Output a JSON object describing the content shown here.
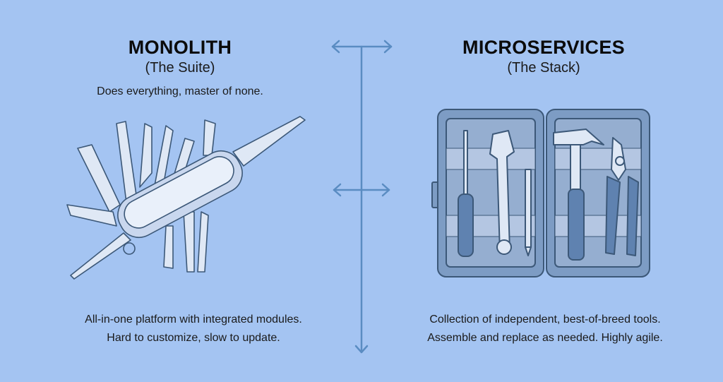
{
  "left": {
    "title": "MONOLITH",
    "subtitle": "(The Suite)",
    "tagline": "Does everything, master of none.",
    "description_lines": [
      "All-in-one platform with integrated modules.",
      "Hard to customize, slow to update."
    ],
    "image": "swiss-army-knife"
  },
  "right": {
    "title": "MICROSERVICES",
    "subtitle": "(The Stack)",
    "tagline": "",
    "description_lines": [
      "Collection of independent, best-of-breed tools.",
      "Assemble and replace as needed. Highly agile."
    ],
    "image": "toolbox-with-tools"
  },
  "colors": {
    "background": "#a4c4f2",
    "divider": "#5a8cc2",
    "metal": "#dfe8f5",
    "outline": "#3c5878"
  }
}
